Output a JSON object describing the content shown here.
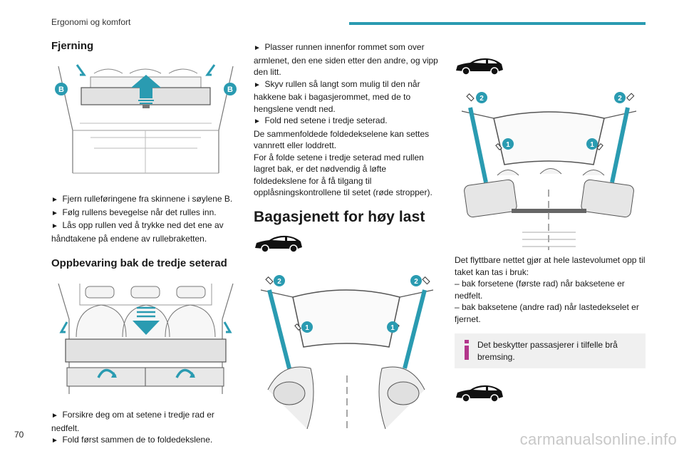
{
  "header": {
    "title": "Ergonomi og komfort",
    "accent_color": "#2a9bb1"
  },
  "col1": {
    "heading1": "Fjerning",
    "fig1_labels": {
      "left": "B",
      "right": "B"
    },
    "bullets1": [
      "Fjern rulleføringene fra skinnene i søylene B.",
      "Følg rullens bevegelse når det rulles inn.",
      "Lås opp rullen ved å trykke ned det ene av håndtakene på endene av rullebraketten."
    ],
    "heading2": "Oppbevaring bak de tredje seterad",
    "bullets2": [
      "Forsikre deg om at setene i tredje rad er nedfelt.",
      "Fold først sammen de to foldedekslene."
    ]
  },
  "col2": {
    "bullets": [
      "Plasser runnen innenfor rommet som over armlenet, den ene siden etter den andre, og vipp den litt.",
      "Skyv rullen så langt som mulig til den når hakkene bak i bagasjerommet, med de to hengslene vendt ned.",
      "Fold ned setene i tredje seterad."
    ],
    "paragraphs": [
      "De sammenfoldede foldedekselene kan settes vannrett eller loddrett.",
      "For å folde setene i tredje seterad med rullen lagret bak, er det nødvendig å løfte foldedekslene for å få tilgang til opplåsningskontrollene til setet (røde stropper)."
    ],
    "section_title": "Bagasjenett for høy last",
    "fig_labels": {
      "one": "1",
      "two": "2"
    }
  },
  "col3": {
    "fig_labels": {
      "one": "1",
      "two": "2"
    },
    "intro": "Det flyttbare nettet gjør at hele lastevolumet opp til taket kan tas i bruk:",
    "dash_items": [
      "–  bak forsetene (første rad) når baksetene er nedfelt.",
      "–  bak baksetene (andre rad) når lastedekselet er fjernet."
    ],
    "info": "Det beskytter passasjerer i tilfelle brå bremsing."
  },
  "footer": {
    "page_number": "70",
    "watermark": "carmanualsonline.info"
  }
}
